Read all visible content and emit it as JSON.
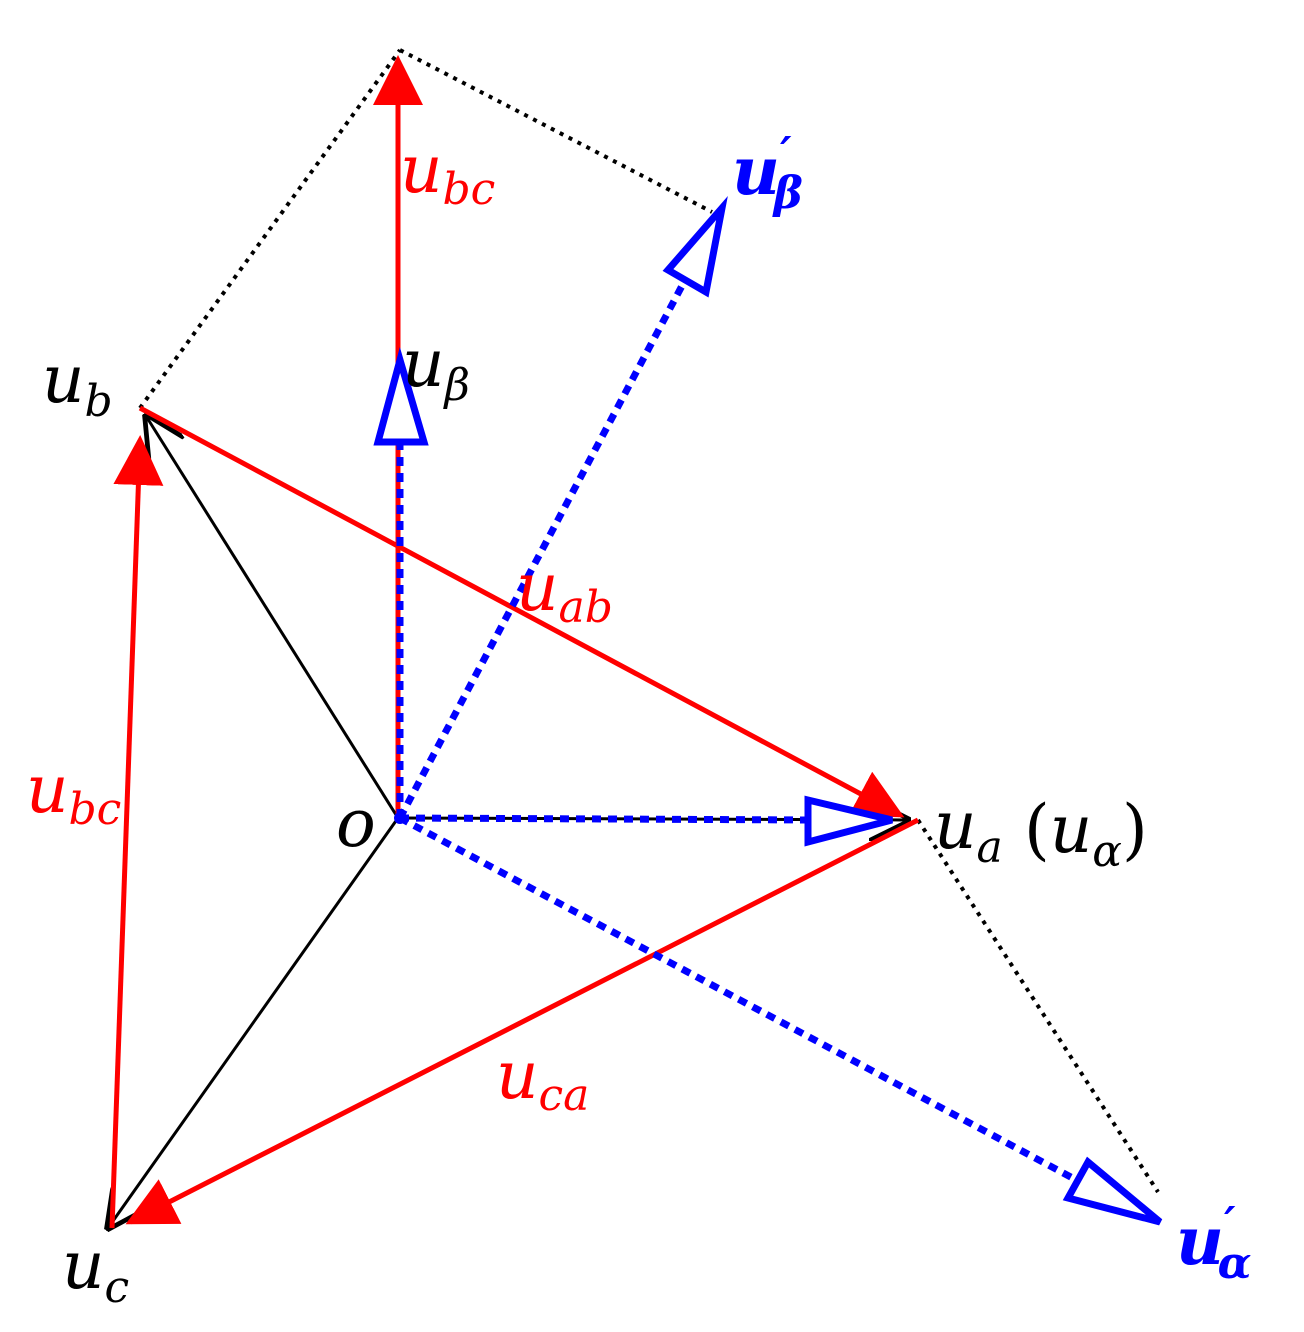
{
  "colors": {
    "line_voltage": "#ff0000",
    "phase_voltage": "#000000",
    "transformed_axis": "#0000ff",
    "construction": "#000000"
  },
  "labels": {
    "origin": "o",
    "ua_main": "u",
    "ua_sub": "a",
    "ua_paren_open": "(",
    "ualpha_main": "u",
    "ualpha_sub": "α",
    "ua_paren_close": ")",
    "ub_main": "u",
    "ub_sub": "b",
    "uc_main": "u",
    "uc_sub": "c",
    "ubeta_main": "u",
    "ubeta_sub": "β",
    "ubc_top_main": "u",
    "ubc_top_sub": "bc",
    "ubc_left_main": "u",
    "ubc_left_sub": "bc",
    "uab_main": "u",
    "uab_sub": "ab",
    "uca_main": "u",
    "uca_sub": "ca",
    "ubeta_prime_main": "u",
    "ubeta_prime_sup": "′",
    "ubeta_prime_sub": "β",
    "ualpha_prime_main": "u",
    "ualpha_prime_sup": "′",
    "ualpha_prime_sub": "α"
  }
}
